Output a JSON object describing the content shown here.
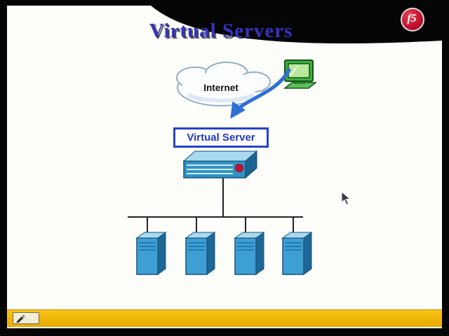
{
  "slide": {
    "title": "Virtual Servers"
  },
  "logo": {
    "text": "f5",
    "color": "#c41230"
  },
  "diagram": {
    "internet_label": "Internet",
    "virtual_server_label": "Virtual Server",
    "server_count": 4
  },
  "colors": {
    "title_blue": "#3434bf",
    "accent_blue": "#2643c8",
    "arrow_blue": "#2e6fd6",
    "server_blue": "#3e9fd4",
    "footer_yellow": "#f0b400",
    "swoosh_black": "#050505"
  }
}
